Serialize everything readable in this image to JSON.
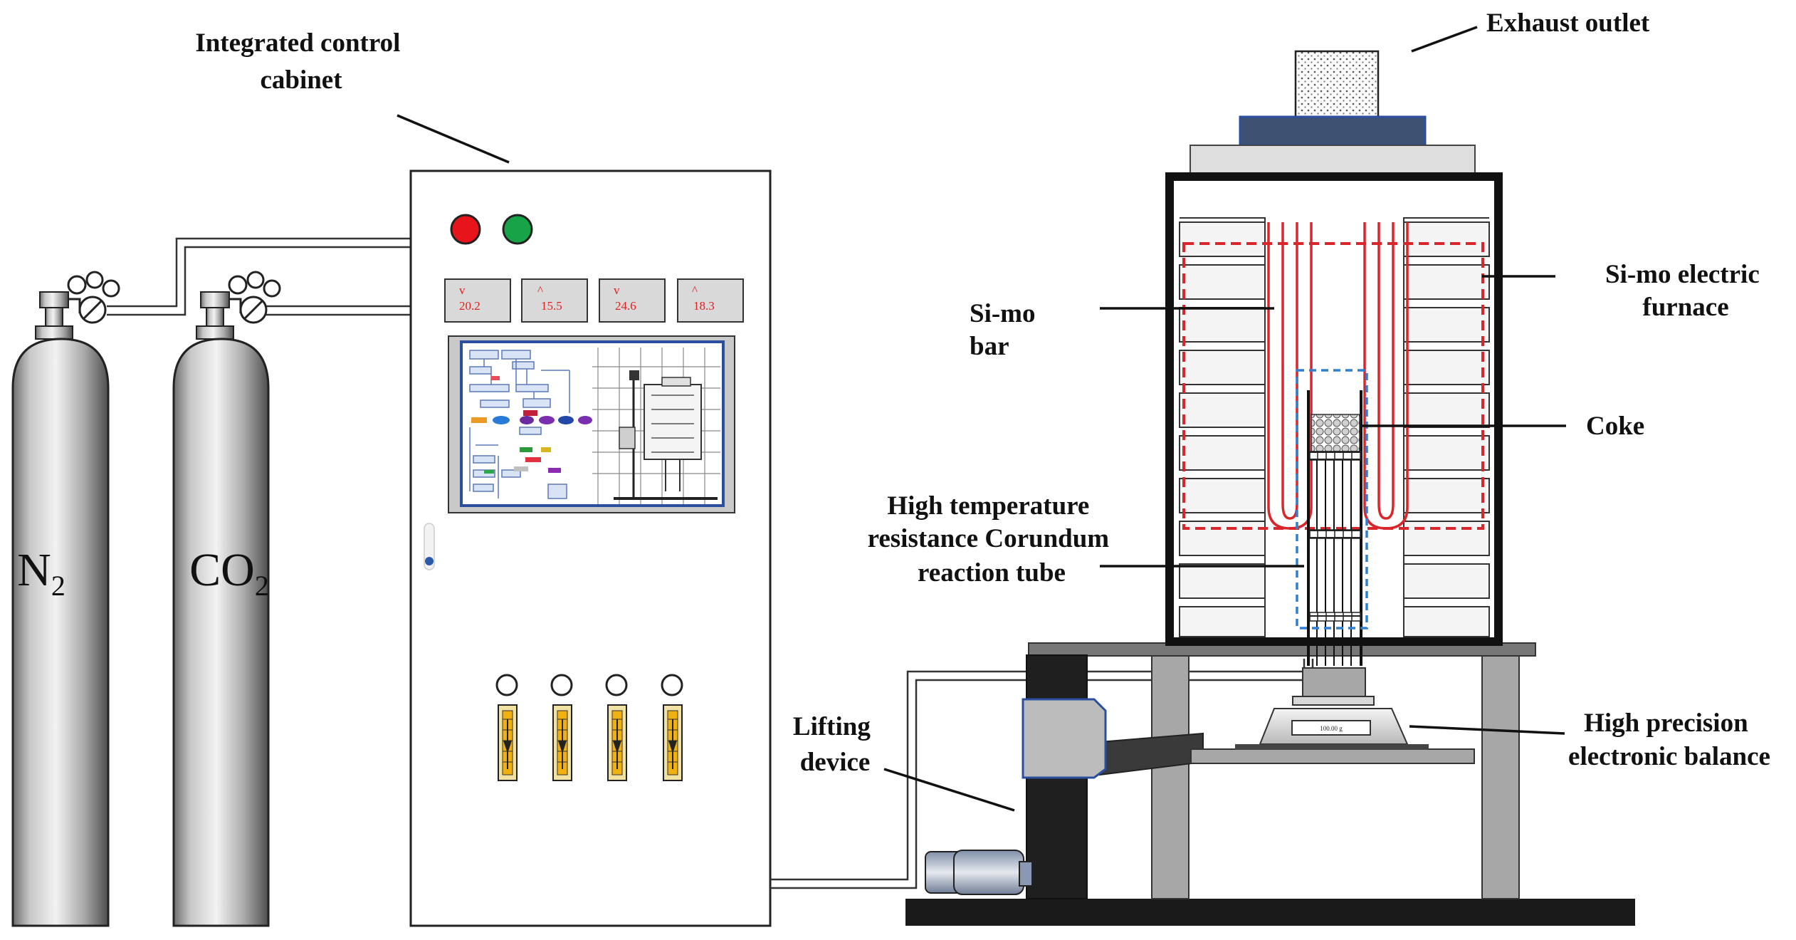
{
  "labels": {
    "exhaust_outlet": "Exhaust outlet",
    "control_cabinet_line1": "Integrated control",
    "control_cabinet_line2": "cabinet",
    "furnace_line1": "Si-mo electric",
    "furnace_line2": "furnace",
    "bar_line1": "Si-mo",
    "bar_line2": "bar",
    "coke": "Coke",
    "tube_line1": "High temperature",
    "tube_line2": "resistance Corundum",
    "tube_line3": "reaction tube",
    "lifting_line1": "Lifting",
    "lifting_line2": "device",
    "balance_line1": "High precision",
    "balance_line2": "electronic balance"
  },
  "cylinders": [
    {
      "base": "N",
      "sub": "2"
    },
    {
      "base": "CO",
      "sub": "2"
    }
  ],
  "meters": [
    {
      "arrow": "v",
      "value": "20.2"
    },
    {
      "arrow": "^",
      "value": "15.5"
    },
    {
      "arrow": "v",
      "value": "24.6"
    },
    {
      "arrow": "^",
      "value": "18.3"
    }
  ],
  "colors": {
    "red_button": "#e8141b",
    "green_button": "#17a347",
    "heating_zone": "#d9262c",
    "sample_zone": "#2f80d0",
    "sibar": "#d9262c",
    "screen_frame": "#2b4f9e",
    "lid_top": "#3e5172"
  }
}
